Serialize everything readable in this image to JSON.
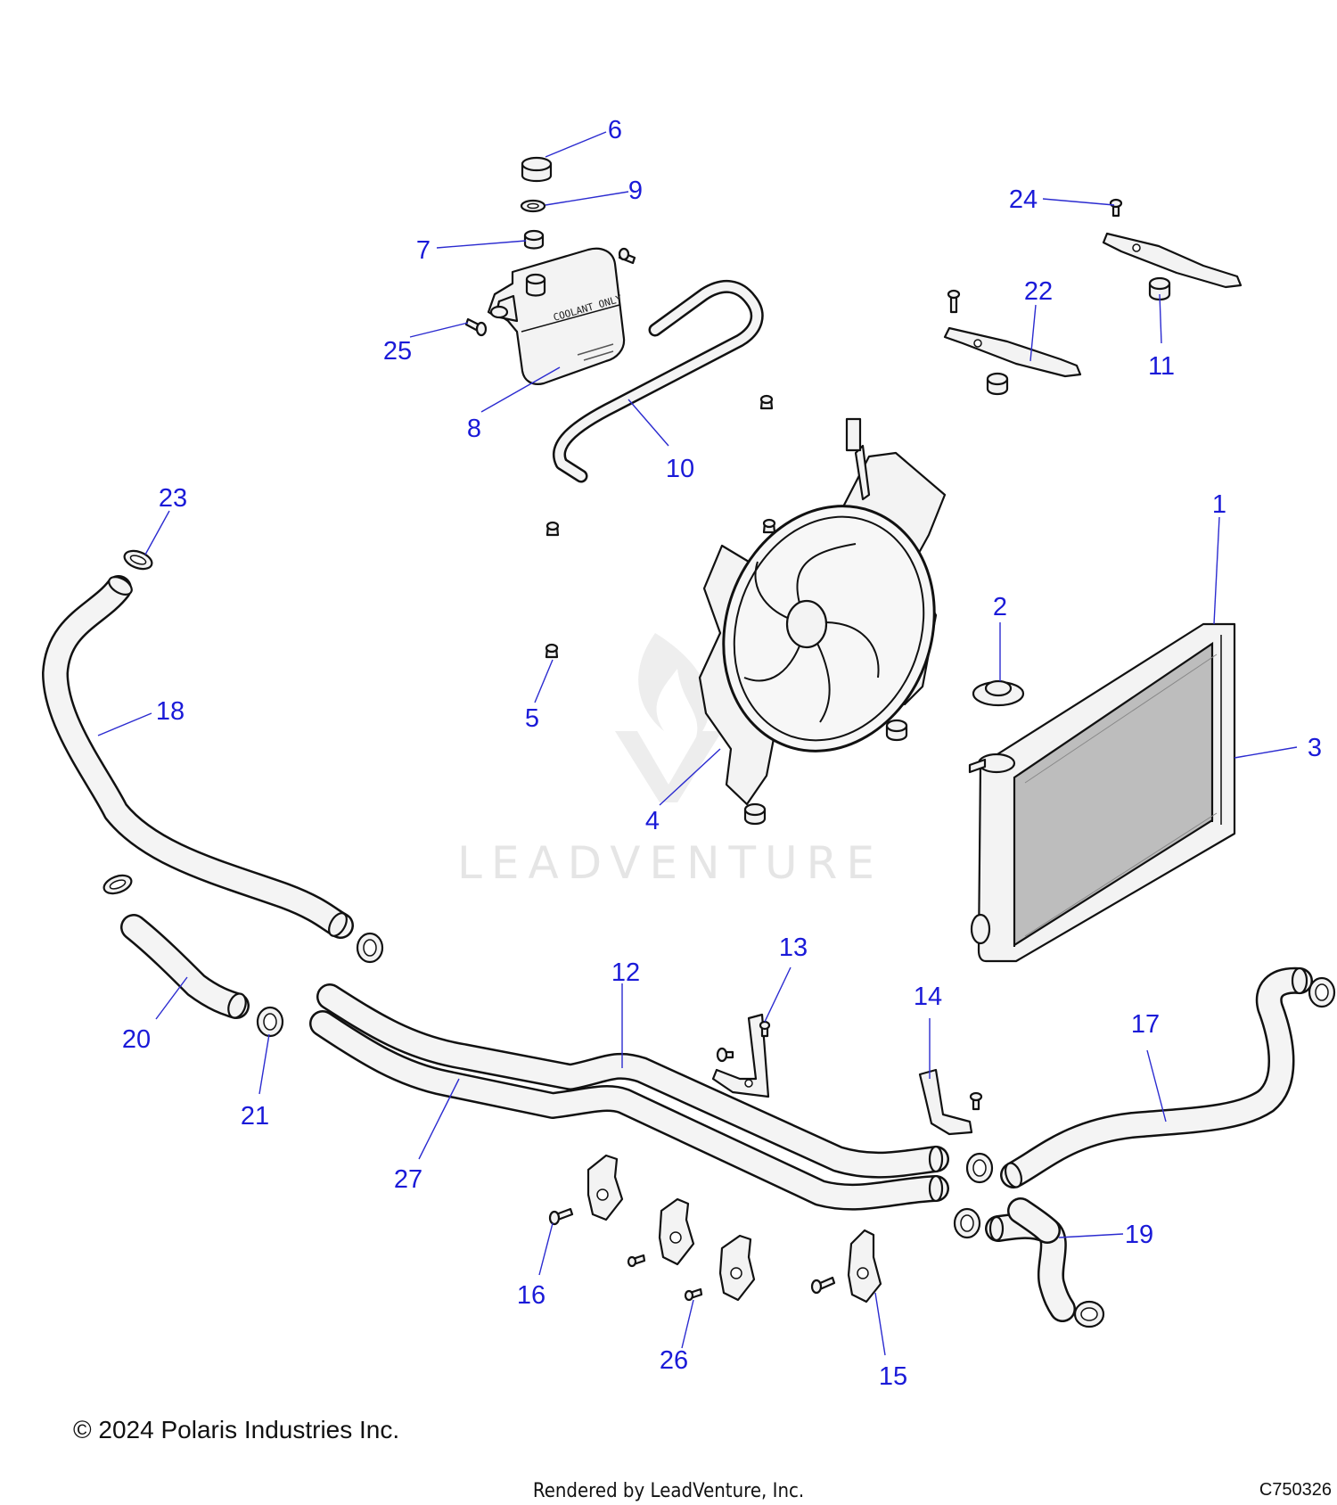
{
  "watermark": "LEADVENTURE",
  "tank_label": "COOLANT ONLY",
  "callouts": [
    "1",
    "2",
    "3",
    "4",
    "5",
    "6",
    "7",
    "8",
    "9",
    "10",
    "11",
    "12",
    "13",
    "14",
    "15",
    "16",
    "17",
    "18",
    "19",
    "20",
    "21",
    "22",
    "23",
    "24",
    "25",
    "26",
    "27"
  ],
  "footer": {
    "copyright": "© 2024 Polaris Industries Inc.",
    "rendered_by": "Rendered by LeadVenture, Inc.",
    "diagram_code": "C750326"
  },
  "colors": {
    "callout": "#1a1ad8",
    "leader": "#2b2bd0",
    "radiator_core": "#bdbdbd"
  }
}
